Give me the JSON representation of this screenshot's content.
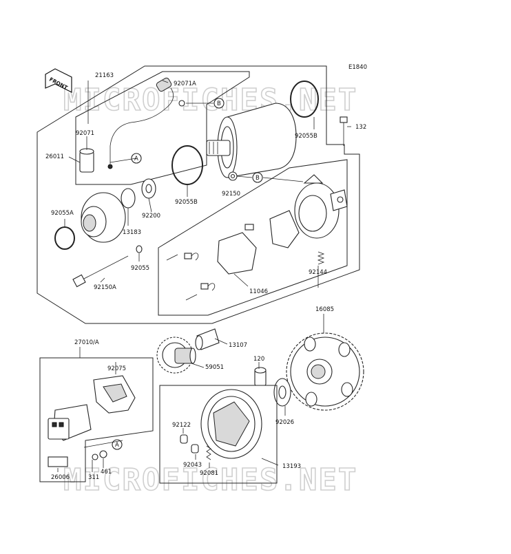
{
  "diagram": {
    "code": "E1840",
    "front_label": "FRONT",
    "watermark": "MICROFICHES.NET"
  },
  "parts": {
    "p21163": "21163",
    "p92071A": "92071A",
    "p92071": "92071",
    "p26011": "26011",
    "p92055B_top": "92055B",
    "p132": "132",
    "p92055B_mid": "92055B",
    "p92150": "92150",
    "p92200": "92200",
    "p92055A": "92055A",
    "p13183": "13183",
    "p92055": "92055",
    "p92150A": "92150A",
    "p92144": "92144",
    "p11046": "11046",
    "p16085": "16085",
    "p27010A": "27010/A",
    "p13107": "13107",
    "p92075": "92075",
    "p59051": "59051",
    "p120": "120",
    "p92026": "92026",
    "p92122": "92122",
    "p92043": "92043",
    "p92081": "92081",
    "p13193": "13193",
    "p26006": "26006",
    "p311": "311",
    "p461": "461"
  },
  "callouts": {
    "a": "A",
    "b": "B"
  }
}
